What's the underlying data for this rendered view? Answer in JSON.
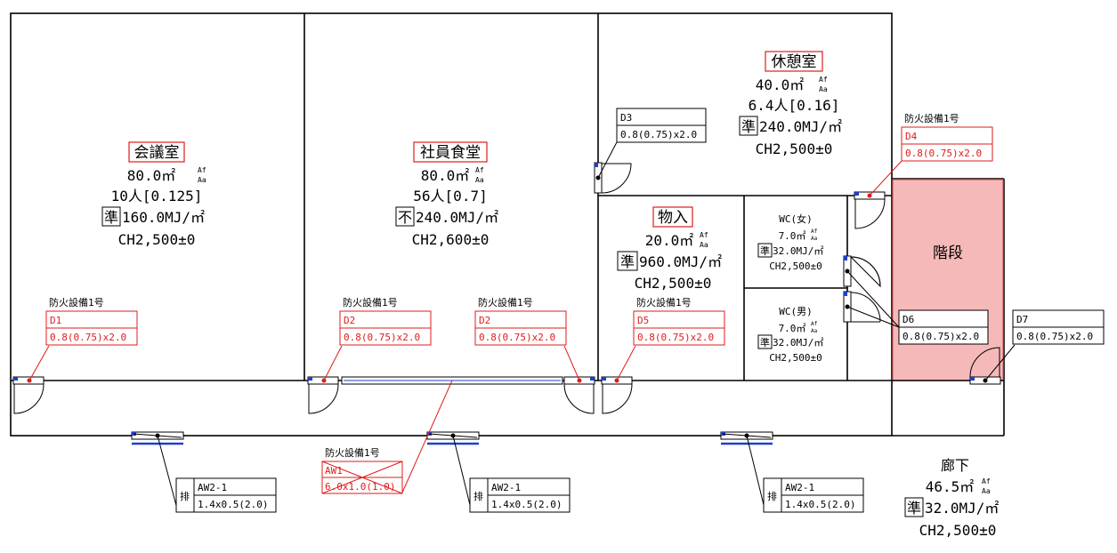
{
  "colors": {
    "wall": "#000000",
    "red": "#e01b1b",
    "blue": "#1f3fcf",
    "stair_fill": "#f6b9b9",
    "stair_border": "#d85a5a",
    "text": "#000000"
  },
  "rooms": {
    "kaigi": {
      "name": "会議室",
      "area": "80.0㎡",
      "area_sup": "Af",
      "area_sub": "Aa",
      "persons": "10人[0.125]",
      "grade": "準",
      "load": "160.0MJ/㎡",
      "ceiling": "CH2,500±0"
    },
    "shain": {
      "name": "社員食堂",
      "area": "80.0㎡",
      "area_sup": "Af",
      "area_sub": "Aa",
      "persons": "56人[0.7]",
      "grade": "不",
      "load": "240.0MJ/㎡",
      "ceiling": "CH2,600±0"
    },
    "kyukei": {
      "name": "休憩室",
      "area": "40.0㎡",
      "area_sup": "Af",
      "area_sub": "Aa",
      "persons": "6.4人[0.16]",
      "grade": "準",
      "load": "240.0MJ/㎡",
      "ceiling": "CH2,500±0"
    },
    "monoire": {
      "name": "物入",
      "area": "20.0㎡",
      "area_sup": "Af",
      "area_sub": "Aa",
      "grade": "準",
      "load": "960.0MJ/㎡",
      "ceiling": "CH2,500±0"
    },
    "wc_f": {
      "name": "WC(女)",
      "area": "7.0㎡",
      "area_sup": "Af",
      "area_sub": "Aa",
      "grade": "準",
      "load": "32.0MJ/㎡",
      "ceiling": "CH2,500±0"
    },
    "wc_m": {
      "name": "WC(男)",
      "area": "7.0㎡",
      "area_sup": "Af",
      "area_sub": "Aa",
      "grade": "準",
      "load": "32.0MJ/㎡",
      "ceiling": "CH2,500±0"
    },
    "kaidan": {
      "name": "階段"
    },
    "rouka": {
      "name": "廊下",
      "area": "46.5㎡",
      "area_sup": "Af",
      "area_sub": "Aa",
      "grade": "準",
      "load": "32.0MJ/㎡",
      "ceiling": "CH2,500±0"
    }
  },
  "doors": {
    "d1": {
      "header": "防火設備1号",
      "id": "D1",
      "size": "0.8(0.75)x2.0"
    },
    "d2a": {
      "header": "防火設備1号",
      "id": "D2",
      "size": "0.8(0.75)x2.0"
    },
    "d2b": {
      "header": "防火設備1号",
      "id": "D2",
      "size": "0.8(0.75)x2.0"
    },
    "d3": {
      "id": "D3",
      "size": "0.8(0.75)x2.0"
    },
    "d4": {
      "header": "防火設備1号",
      "id": "D4",
      "size": "0.8(0.75)x2.0"
    },
    "d5": {
      "header": "防火設備1号",
      "id": "D5",
      "size": "0.8(0.75)x2.0"
    },
    "d6": {
      "id": "D6",
      "size": "0.8(0.75)x2.0"
    },
    "d7": {
      "id": "D7",
      "size": "0.8(0.75)x2.0"
    }
  },
  "windows": {
    "aw1": {
      "header": "防火設備1号",
      "id": "AW1",
      "size": "6.0x1.0(1.0)"
    },
    "aw2_1": {
      "tag": "排",
      "id": "AW2-1",
      "size": "1.4x0.5(2.0)"
    },
    "aw2_2": {
      "tag": "排",
      "id": "AW2-1",
      "size": "1.4x0.5(2.0)"
    },
    "aw2_3": {
      "tag": "排",
      "id": "AW2-1",
      "size": "1.4x0.5(2.0)"
    }
  }
}
